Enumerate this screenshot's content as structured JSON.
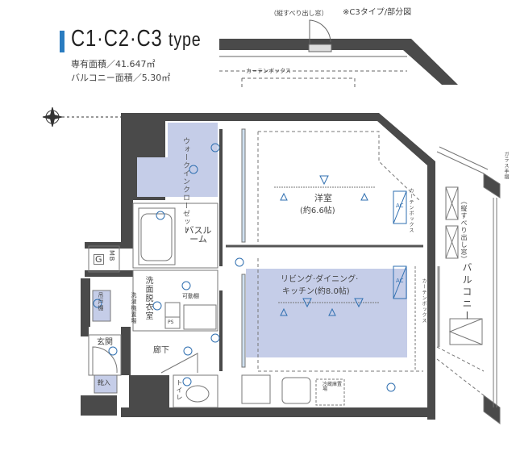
{
  "header": {
    "title_main": "C1·C2·C3",
    "title_suffix": "type",
    "accent_color": "#2a7cc0",
    "exclusive_area": "専有面積／41.647㎡",
    "balcony_area": "バルコニー面積／5.30㎡"
  },
  "partial_view": {
    "window_label": "（縦すべり出し窓）",
    "note": "※C3タイプ/部分図",
    "curtain_box": "カーテンボックス"
  },
  "rooms": {
    "walk_in_closet": "ウォークインクローゼット",
    "western_room": "洋室",
    "western_room_size": "(約6.6帖)",
    "bath": "バスルーム",
    "washroom": "洗面脱衣室",
    "movable_shelf": "可動棚",
    "ldk_line1": "リビング·ダイニング·",
    "ldk_line2": "キッチン(約8.0帖)",
    "gmb_g": "G",
    "gmb_mb": "MB",
    "hanging_cabinet": "吊戸棚",
    "washer_space": "洗濯機置場",
    "entrance": "玄関",
    "shoe_box": "靴入",
    "hallway": "廊下",
    "toilet": "トイレ",
    "fridge": "冷蔵庫置場",
    "ps": "PS",
    "ac": "AC",
    "curtain_box_1": "カーテンボックス",
    "curtain_box_2": "カーテンボックス",
    "balcony": "バルコニー",
    "window": "（縦すべり出し窓）",
    "glass_railing": "ガラス手摺"
  },
  "colors": {
    "wall": "#4a4a4a",
    "room_fill": "#c5cde8",
    "fixture_blue": "#2f6fb0"
  }
}
